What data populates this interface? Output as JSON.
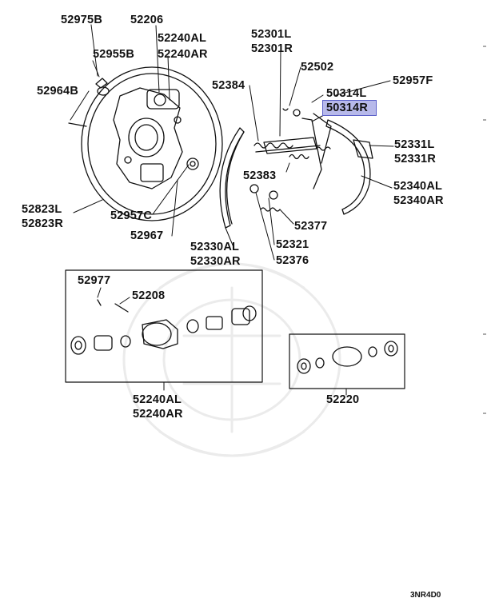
{
  "diagram": {
    "part_numbers": {
      "p52975B": "52975B",
      "p52206": "52206",
      "p52240AL_top": "52240AL",
      "p52240AR_top": "52240AR",
      "p52955B": "52955B",
      "p52964B": "52964B",
      "p52823L": "52823L",
      "p52823R": "52823R",
      "p52957C": "52957C",
      "p52967": "52967",
      "p52384": "52384",
      "p52301L": "52301L",
      "p52301R": "52301R",
      "p52502": "52502",
      "p52957F": "52957F",
      "p50314L": "50314L",
      "p50314R": "50314R",
      "p52331L": "52331L",
      "p52331R": "52331R",
      "p52383": "52383",
      "p52340AL": "52340AL",
      "p52340AR": "52340AR",
      "p52377": "52377",
      "p52321": "52321",
      "p52330AL": "52330AL",
      "p52330AR": "52330AR",
      "p52376": "52376",
      "p52977": "52977",
      "p52208": "52208",
      "p52240AL_box": "52240AL",
      "p52240AR_box": "52240AR",
      "p52220": "52220"
    },
    "highlighted_part": "50314R",
    "highlight_color": "#b7b9ea",
    "drawing_code": "3NR4D0"
  }
}
